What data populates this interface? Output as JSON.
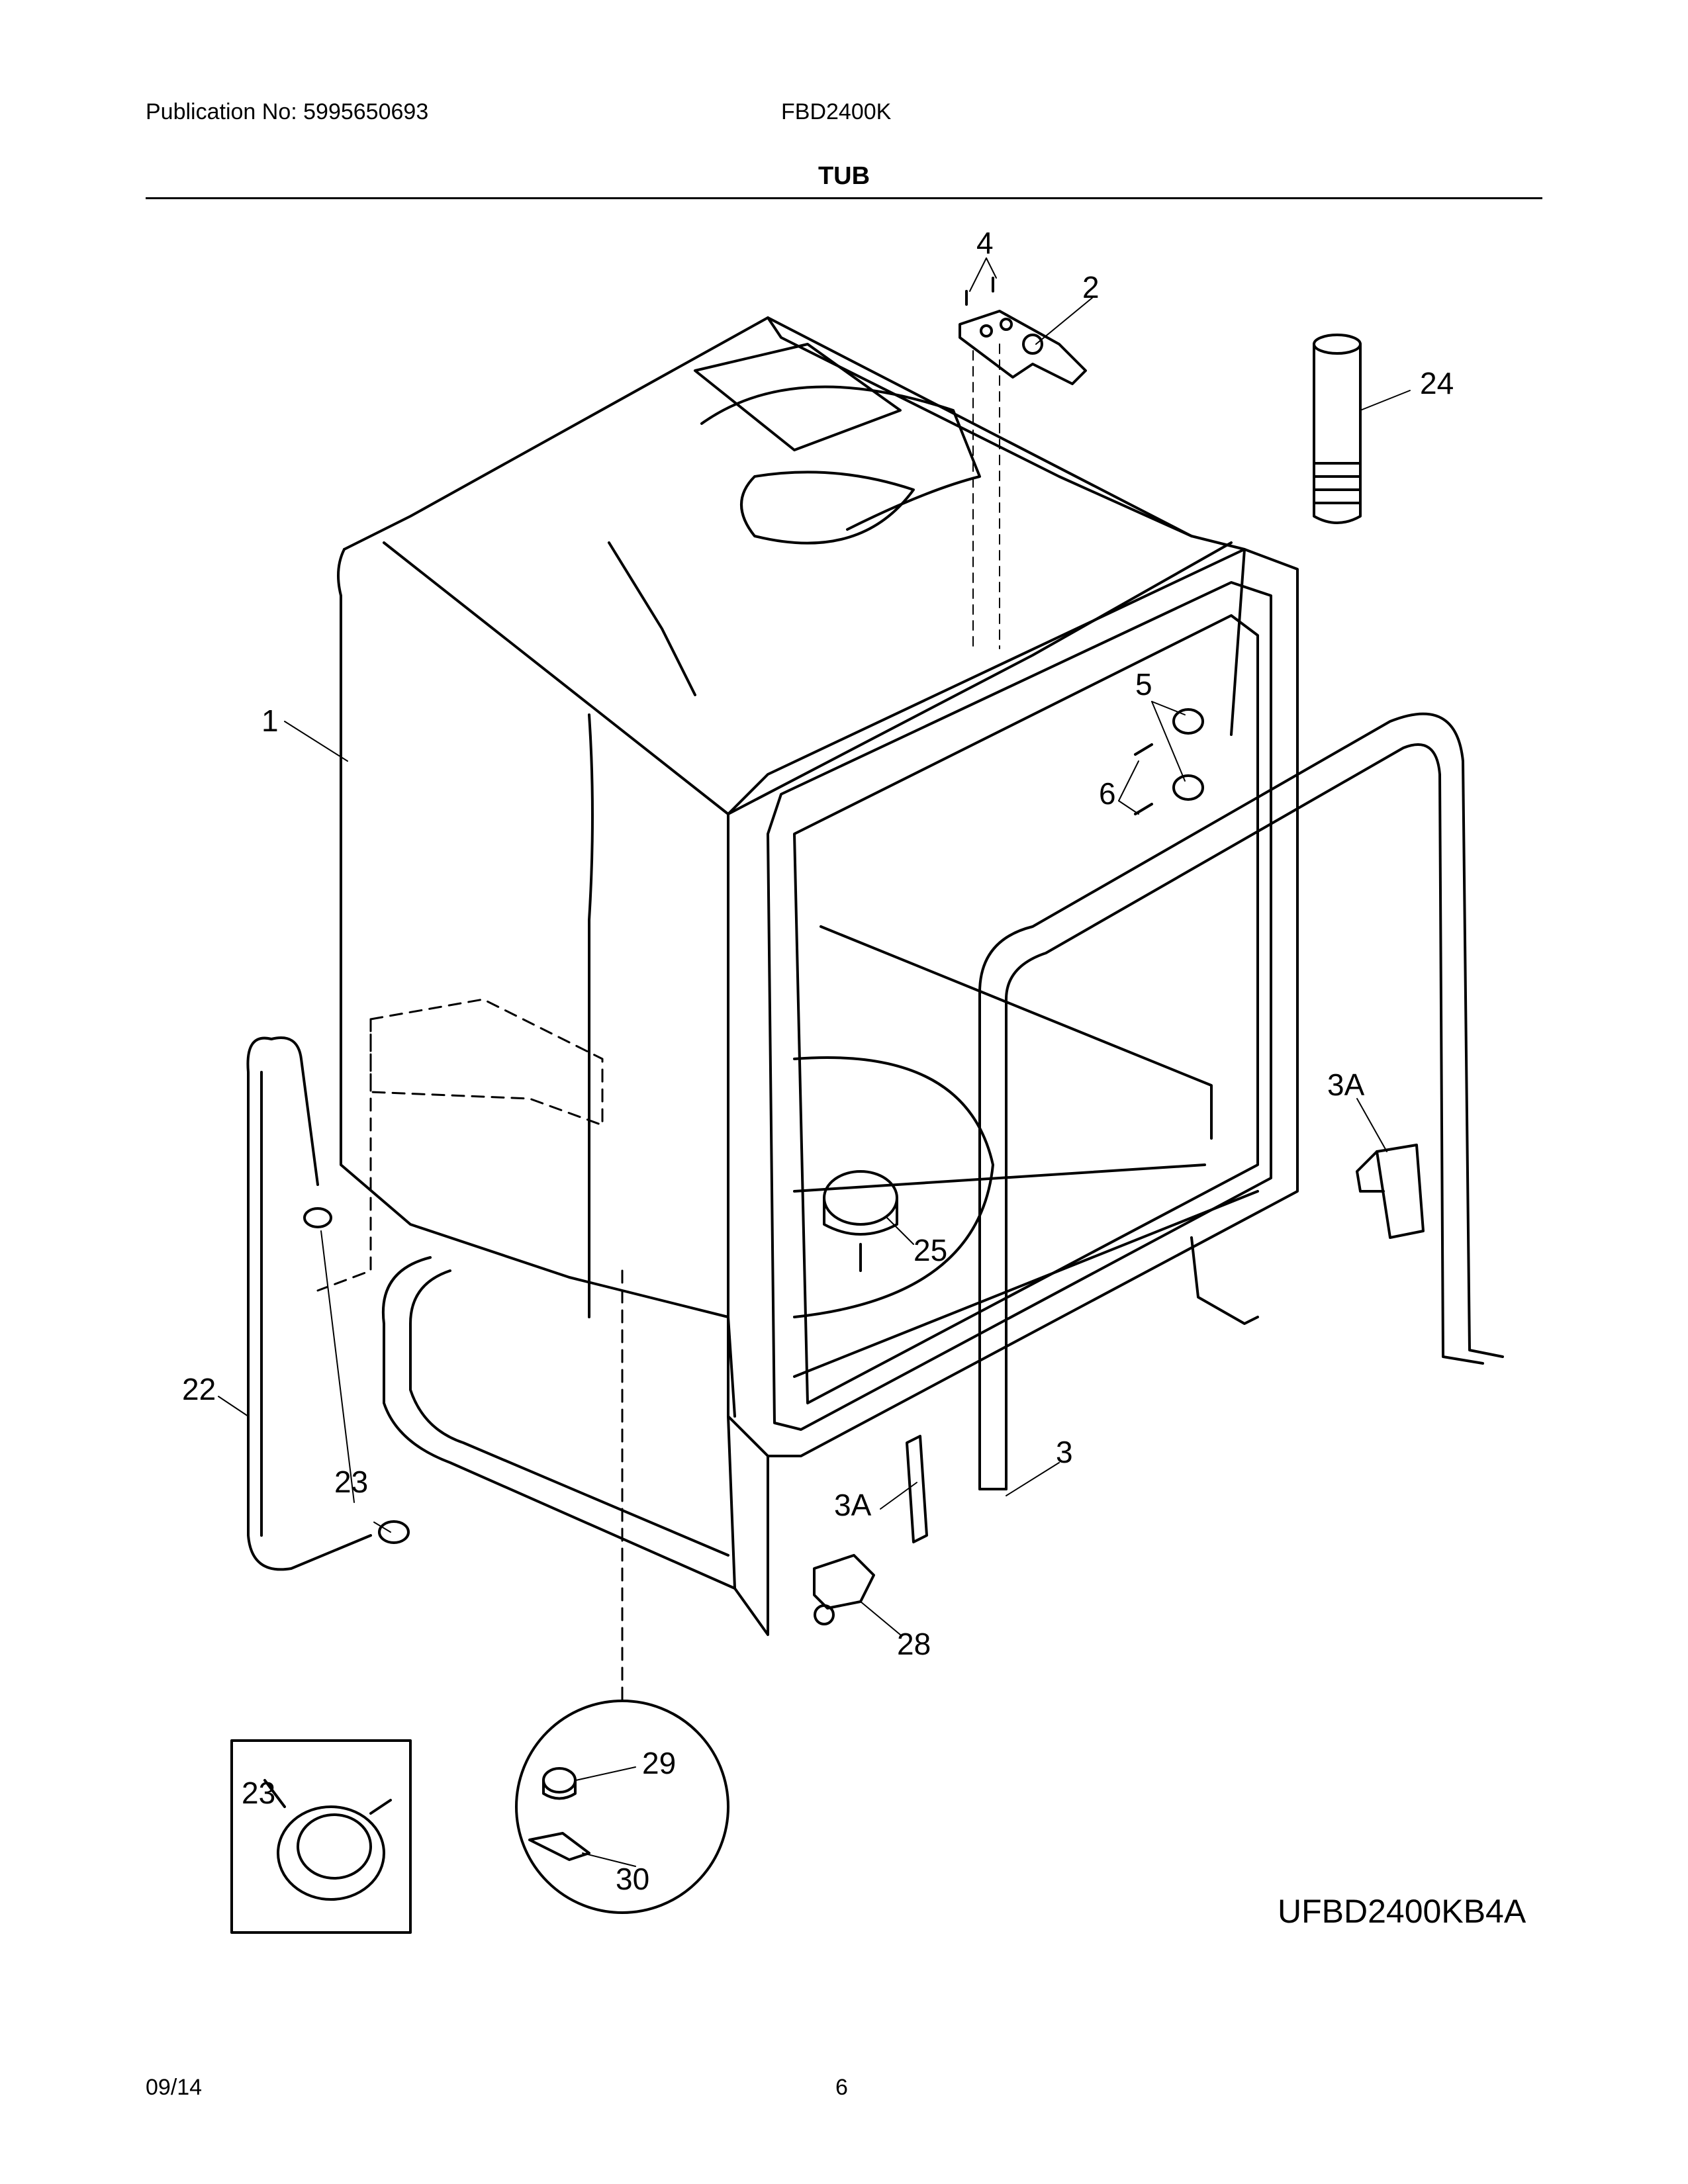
{
  "header": {
    "publication": "Publication No: 5995650693",
    "model": "FBD2400K",
    "section_title": "TUB"
  },
  "callouts": {
    "c1": "1",
    "c2": "2",
    "c3": "3",
    "c3a_right": "3A",
    "c3a_bottom": "3A",
    "c4": "4",
    "c5": "5",
    "c6": "6",
    "c22": "22",
    "c23": "23",
    "c23_inset": "23",
    "c24": "24",
    "c25": "25",
    "c28": "28",
    "c29": "29",
    "c30": "30"
  },
  "diagram_code": "UFBD2400KB4A",
  "footer": {
    "date": "09/14",
    "page": "6"
  }
}
